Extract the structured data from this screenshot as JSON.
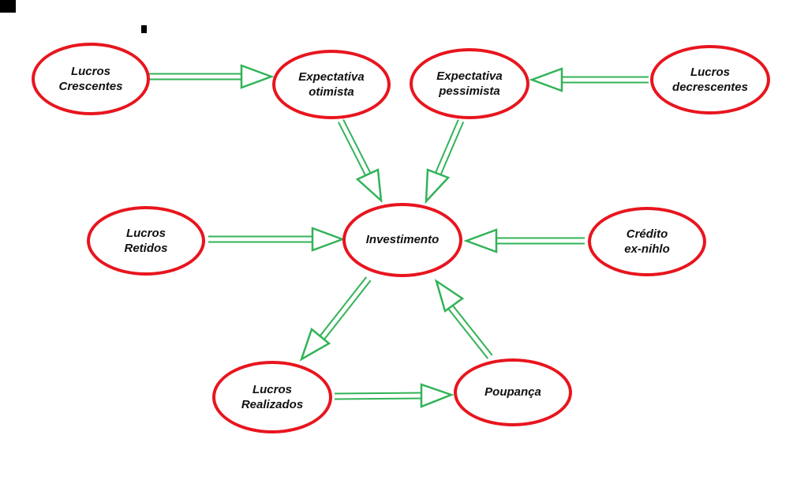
{
  "diagram": {
    "background_color": "#ffffff",
    "node_border_color": "#e8151e",
    "arrow_color": "#31b357",
    "nodes": [
      {
        "id": "lucros-crescentes",
        "label": "Lucros Crescentes",
        "lines": [
          "Lucros",
          "Crescentes"
        ]
      },
      {
        "id": "expectativa-otimista",
        "label": "Expectativa otimista",
        "lines": [
          "Expectativa",
          "otimista"
        ]
      },
      {
        "id": "expectativa-pessimista",
        "label": "Expectativa pessimista",
        "lines": [
          "Expectativa",
          "pessimista"
        ]
      },
      {
        "id": "lucros-decrescentes",
        "label": "Lucros decrescentes",
        "lines": [
          "Lucros",
          "decrescentes"
        ]
      },
      {
        "id": "lucros-retidos",
        "label": "Lucros Retidos",
        "lines": [
          "Lucros",
          "Retidos"
        ]
      },
      {
        "id": "investimento",
        "label": "Investimento",
        "lines": [
          "Investimento"
        ]
      },
      {
        "id": "credito-ex-nihlo",
        "label": "Crédito ex-nihlo",
        "lines": [
          "Crédito",
          "ex-nihlo"
        ]
      },
      {
        "id": "lucros-realizados",
        "label": "Lucros Realizados",
        "lines": [
          "Lucros",
          "Realizados"
        ]
      },
      {
        "id": "poupanca",
        "label": "Poupança",
        "lines": [
          "Poupança"
        ]
      }
    ],
    "edges": [
      {
        "from": "Lucros Crescentes",
        "to": "Expectativa otimista"
      },
      {
        "from": "Lucros decrescentes",
        "to": "Expectativa pessimista"
      },
      {
        "from": "Expectativa otimista",
        "to": "Investimento"
      },
      {
        "from": "Expectativa pessimista",
        "to": "Investimento"
      },
      {
        "from": "Lucros Retidos",
        "to": "Investimento"
      },
      {
        "from": "Crédito ex-nihlo",
        "to": "Investimento"
      },
      {
        "from": "Investimento",
        "to": "Lucros Realizados"
      },
      {
        "from": "Poupança",
        "to": "Investimento"
      },
      {
        "from": "Lucros Realizados",
        "to": "Poupança"
      }
    ]
  }
}
